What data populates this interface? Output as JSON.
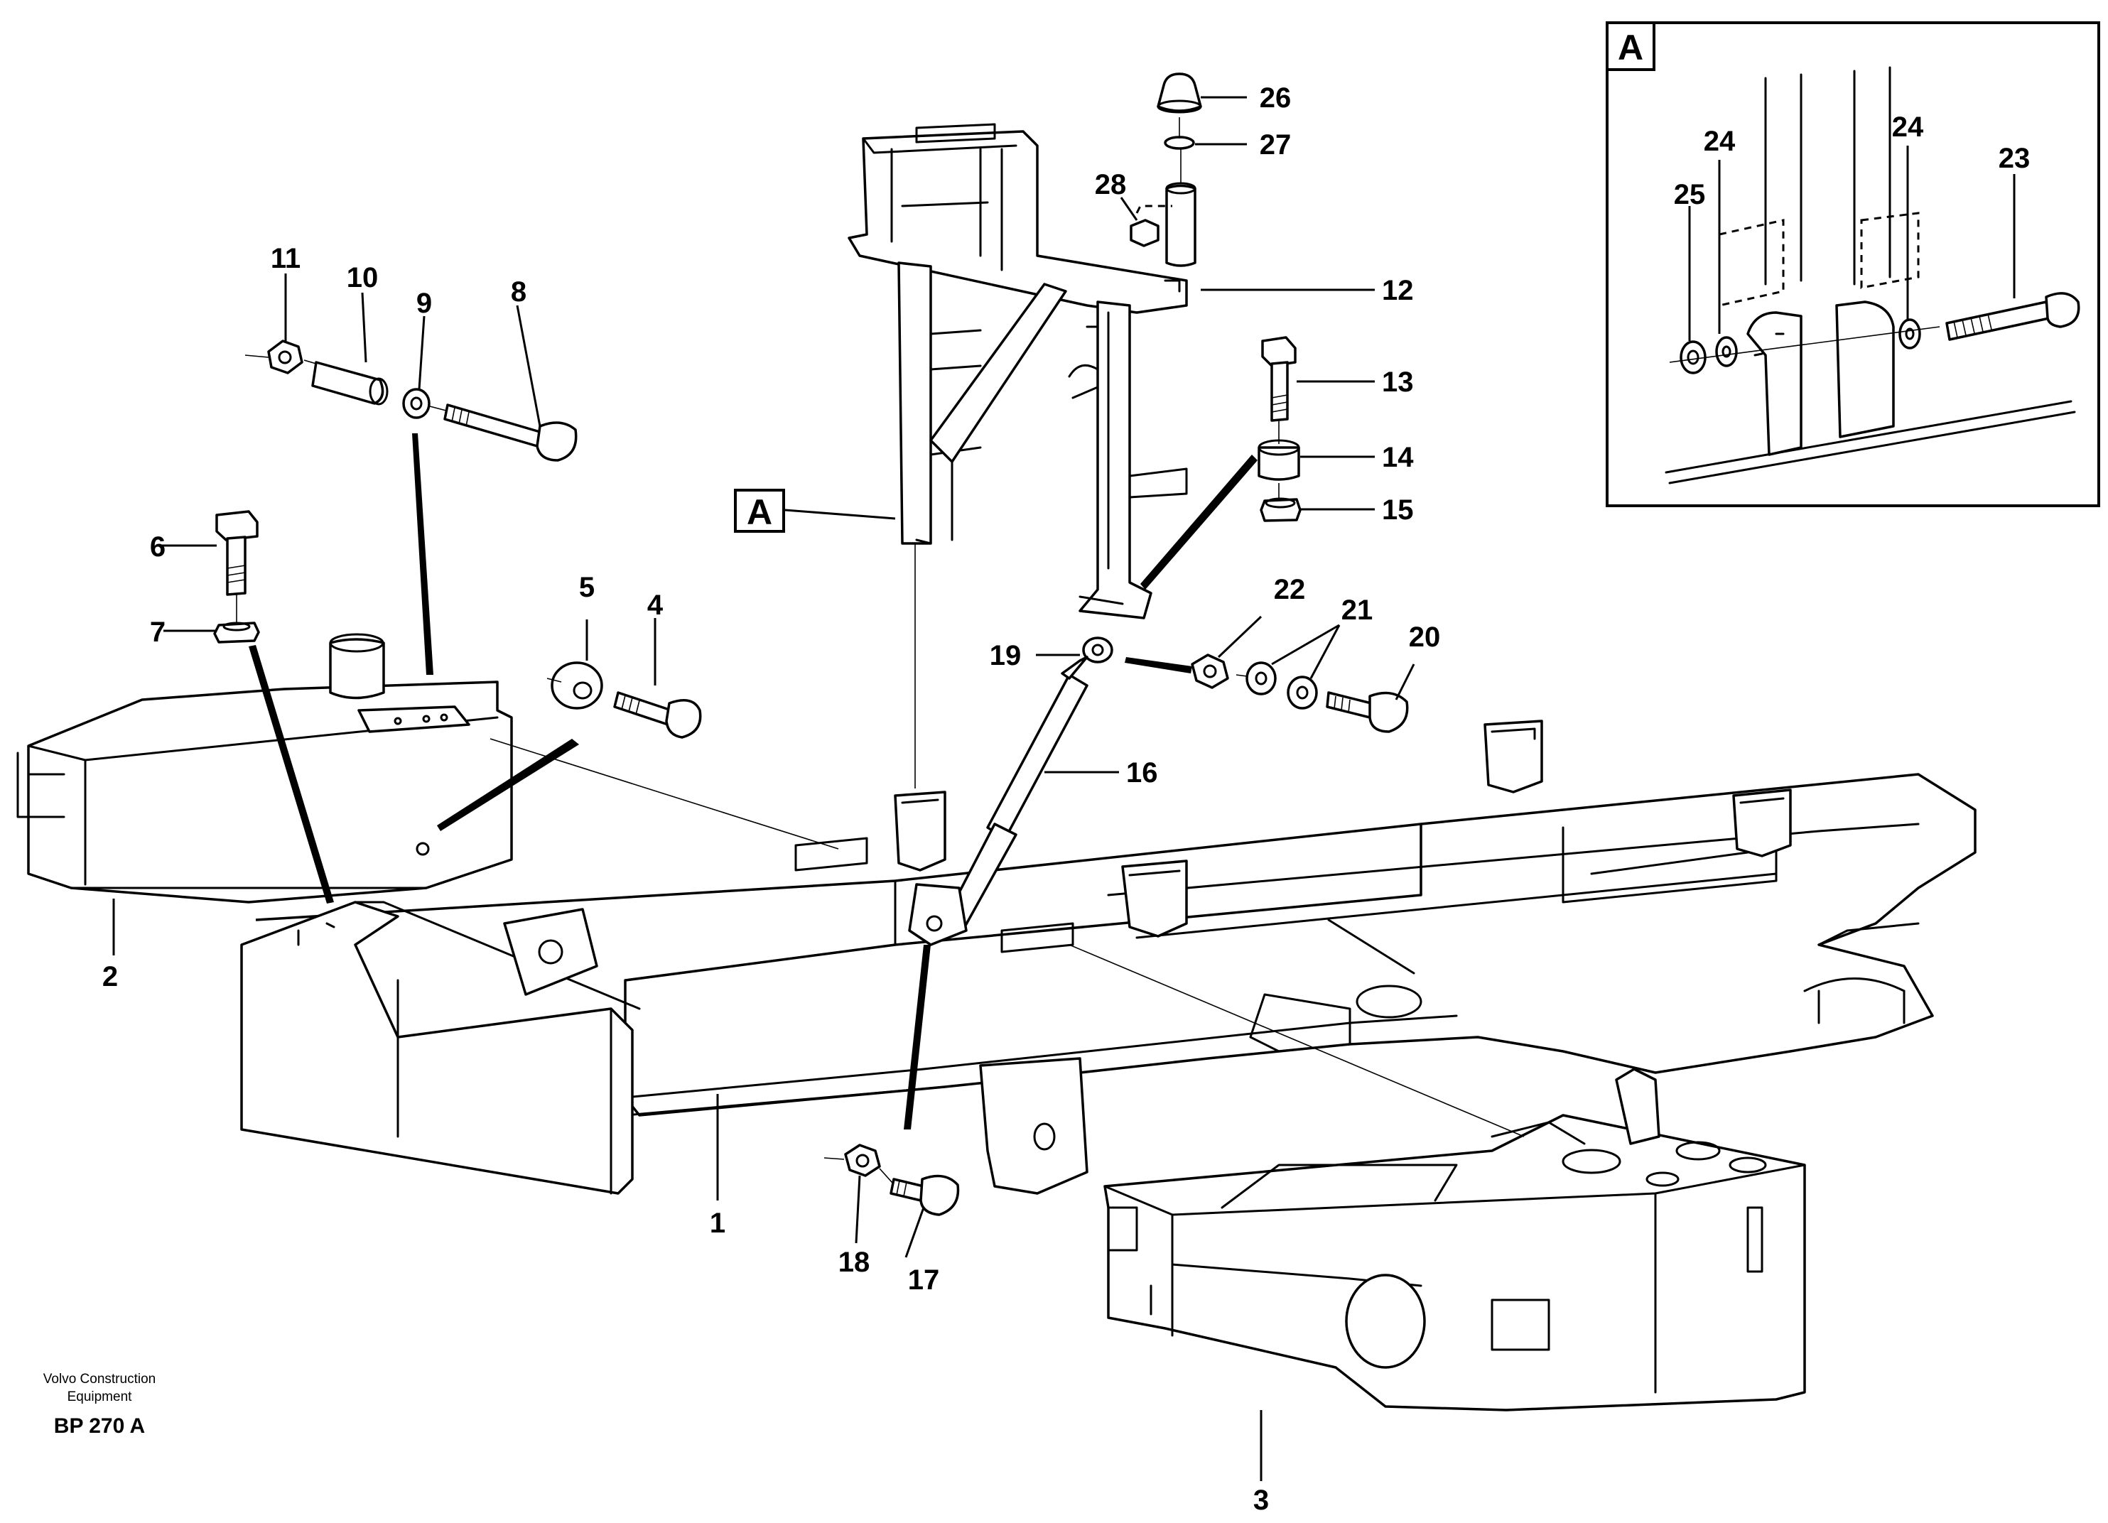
{
  "figure": {
    "publisher_line1": "Volvo Construction",
    "publisher_line2": "Equipment",
    "doc_ref": "BP 270 A"
  },
  "detail_view": {
    "marker": "A"
  },
  "callouts": [
    {
      "id": "1",
      "text": "1"
    },
    {
      "id": "2",
      "text": "2"
    },
    {
      "id": "3",
      "text": "3"
    },
    {
      "id": "4",
      "text": "4"
    },
    {
      "id": "5",
      "text": "5"
    },
    {
      "id": "6",
      "text": "6"
    },
    {
      "id": "7",
      "text": "7"
    },
    {
      "id": "8",
      "text": "8"
    },
    {
      "id": "9",
      "text": "9"
    },
    {
      "id": "10",
      "text": "10"
    },
    {
      "id": "11",
      "text": "11"
    },
    {
      "id": "12",
      "text": "12"
    },
    {
      "id": "13",
      "text": "13"
    },
    {
      "id": "14",
      "text": "14"
    },
    {
      "id": "15",
      "text": "15"
    },
    {
      "id": "16",
      "text": "16"
    },
    {
      "id": "17",
      "text": "17"
    },
    {
      "id": "18",
      "text": "18"
    },
    {
      "id": "19",
      "text": "19"
    },
    {
      "id": "20",
      "text": "20"
    },
    {
      "id": "21",
      "text": "21"
    },
    {
      "id": "22",
      "text": "22"
    },
    {
      "id": "23",
      "text": "23"
    },
    {
      "id": "24a",
      "text": "24"
    },
    {
      "id": "24b",
      "text": "24"
    },
    {
      "id": "25",
      "text": "25"
    },
    {
      "id": "26",
      "text": "26"
    },
    {
      "id": "27",
      "text": "27"
    },
    {
      "id": "28",
      "text": "28"
    }
  ]
}
